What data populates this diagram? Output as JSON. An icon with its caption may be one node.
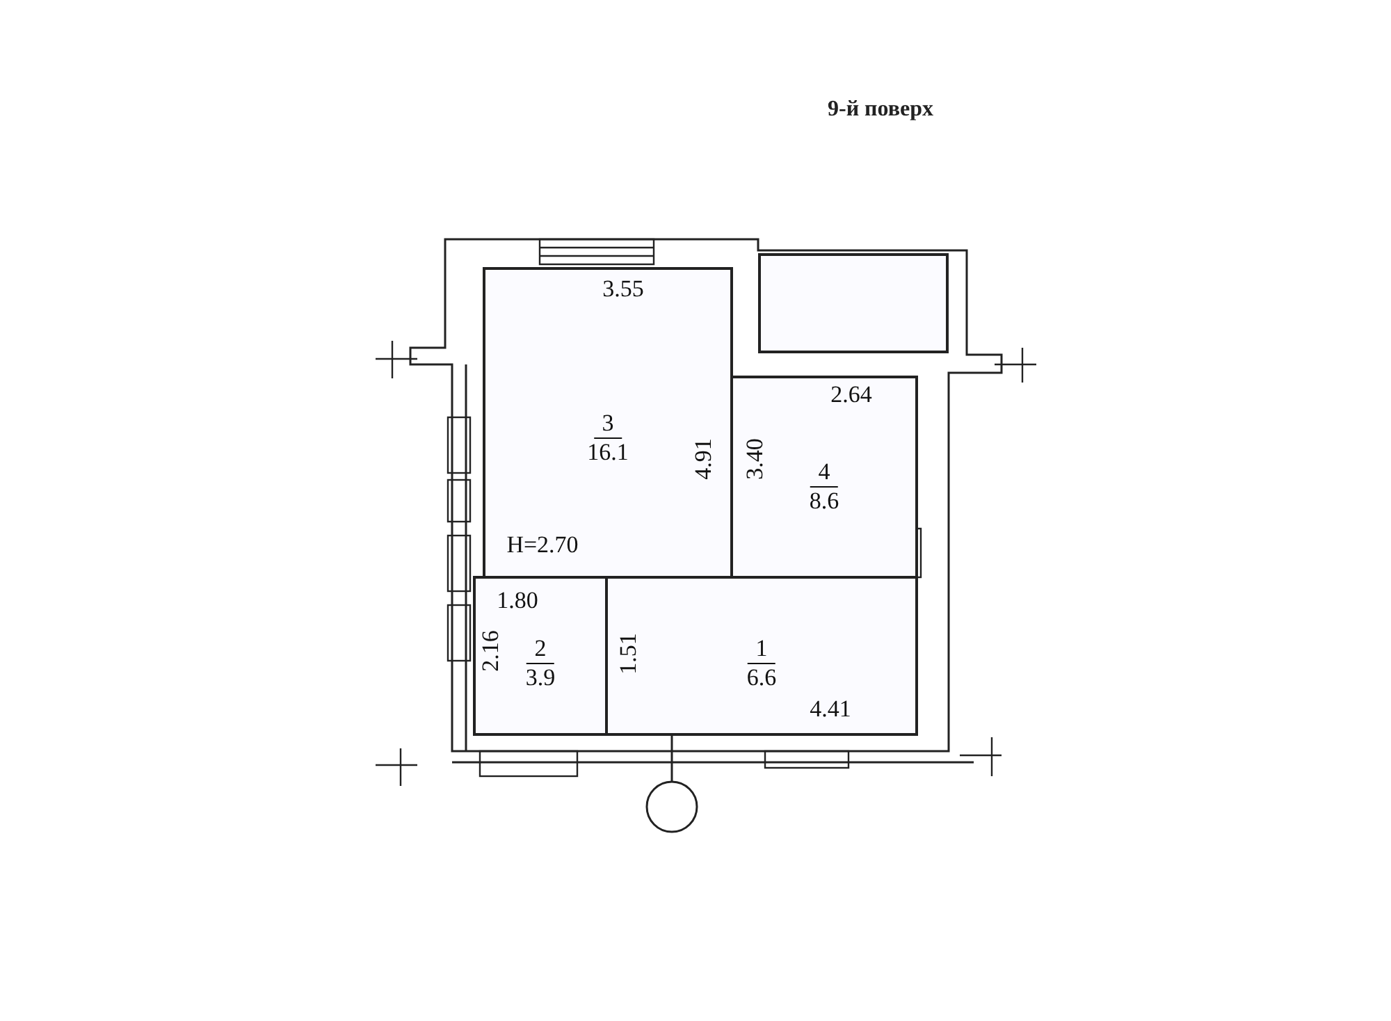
{
  "diagram": {
    "title": "9-й поверх",
    "nodes": [
      {
        "text": [
          "3",
          "16.1"
        ]
      },
      {
        "text": [],
        "shape": "box"
      },
      {
        "text": [
          "4",
          "8.6"
        ]
      },
      {
        "text": [
          "2",
          "3.9"
        ]
      },
      {
        "text": [
          "1",
          "6.6"
        ]
      }
    ],
    "labels": [
      "3.55",
      "2.64",
      "4.91",
      "3.40",
      "H=2.70",
      "1.80",
      "2.16",
      "1.51",
      "4.41"
    ]
  }
}
